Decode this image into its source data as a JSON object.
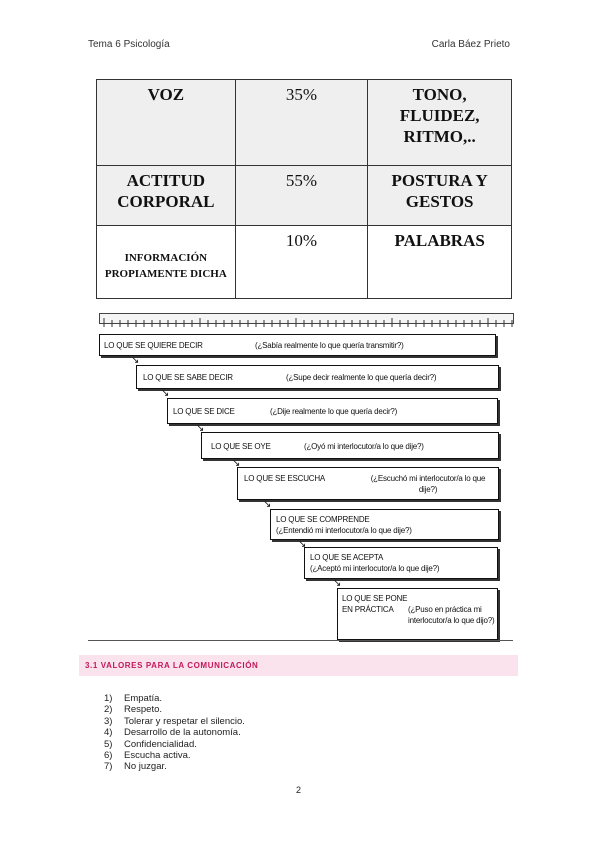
{
  "header": {
    "left": "Tema 6 Psicología",
    "right": "Carla Báez Prieto"
  },
  "table": {
    "rows": [
      {
        "component": "VOZ",
        "percent": "35%",
        "elements": "TONO, FLUIDEZ, RITMO,.."
      },
      {
        "component": "ACTITUD CORPORAL",
        "percent": "55%",
        "elements": "POSTURA Y GESTOS"
      },
      {
        "component": "INFORMACIÓN PROPIAMENTE DICHA",
        "percent": "10%",
        "elements": "PALABRAS"
      }
    ]
  },
  "staircase": [
    {
      "label": "LO QUE SE QUIERE DECIR",
      "question": "(¿Sabía realmente lo que quería transmitir?)"
    },
    {
      "label": "LO QUE SE SABE DECIR",
      "question": "(¿Supe decir realmente lo que quería decir?)"
    },
    {
      "label": "LO QUE SE DICE",
      "question": "(¿Dije realmente lo que quería decir?)"
    },
    {
      "label": "LO QUE SE OYE",
      "question": "(¿Oyó mi interlocutor/a lo que dije?)"
    },
    {
      "label": "LO QUE SE ESCUCHA",
      "question": "(¿Escuchó mi interlocutor/a lo que dije?)"
    },
    {
      "label": "LO QUE SE COMPRENDE",
      "question": "(¿Entendió mi interlocutor/a lo que dije?)"
    },
    {
      "label": "LO QUE SE ACEPTA",
      "question": "(¿Aceptó mi interlocutor/a lo que dije?)"
    },
    {
      "label": "LO QUE SE PONE EN PRÁCTICA",
      "question": "(¿Puso en práctica mi interlocutor/a lo que dijo?)"
    }
  ],
  "section": {
    "title": "3.1 VALORES PARA LA COMUNICACIÓN"
  },
  "values": [
    {
      "num": "1)",
      "text": "Empatía."
    },
    {
      "num": "2)",
      "text": "Respeto."
    },
    {
      "num": "3)",
      "text": "Tolerar y respetar el silencio."
    },
    {
      "num": "4)",
      "text": "Desarrollo de la autonomía."
    },
    {
      "num": "5)",
      "text": "Confidencialidad."
    },
    {
      "num": "6)",
      "text": "Escucha activa."
    },
    {
      "num": "7)",
      "text": "No juzgar."
    }
  ],
  "page_number": "2",
  "colors": {
    "section_band": "#fbe3ee",
    "section_text": "#c2185b",
    "table_shade": "#efefef"
  }
}
